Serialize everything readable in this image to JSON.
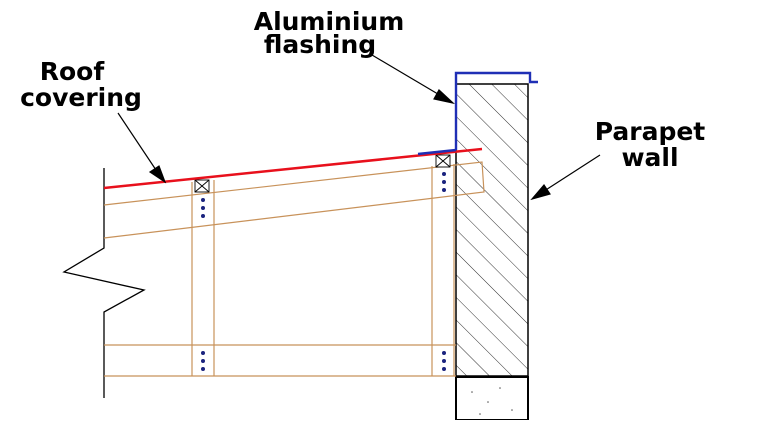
{
  "labels": {
    "aluminium_flashing": [
      "Aluminium",
      "flashing"
    ],
    "roof_covering": [
      "Roof",
      "covering"
    ],
    "parapet_wall": [
      "Parapet",
      "wall"
    ]
  },
  "colors": {
    "roof_covering": "#e8101c",
    "flashing": "#1f2fb5",
    "timber": "#c8925a",
    "wall": "#000000",
    "nails": "#1a237e"
  }
}
